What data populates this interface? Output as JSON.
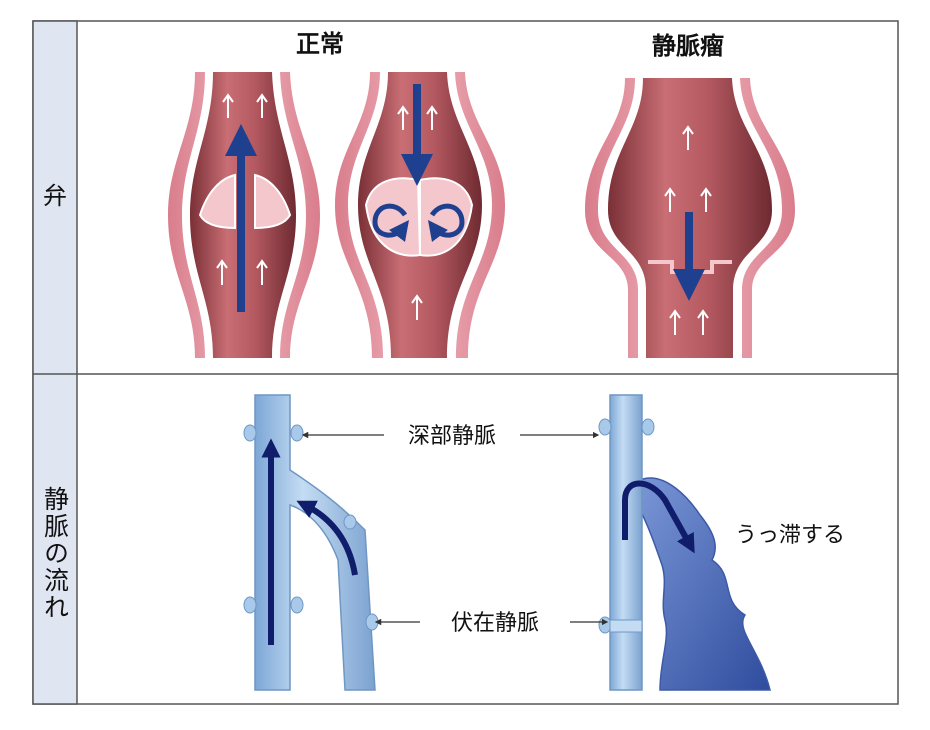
{
  "rows": {
    "valve": {
      "label": "弁"
    },
    "flow": {
      "label": "静脈の流れ"
    }
  },
  "headings": {
    "normal": "正常",
    "varicose": "静脈瘤"
  },
  "callouts": {
    "deep_vein": "深部静脈",
    "great_saphenous_vein": "伏在静脈",
    "stagnation": "うっ滞する"
  },
  "colors": {
    "vein_wall": "#e8a0ac",
    "vein_lumen": "#a8545a",
    "flow_arrow": "#1f3f8f",
    "vessel_blue": "#9cc1e6",
    "pooled_blood": "#4f6fbf",
    "label_bg": "#dfe6f2"
  }
}
